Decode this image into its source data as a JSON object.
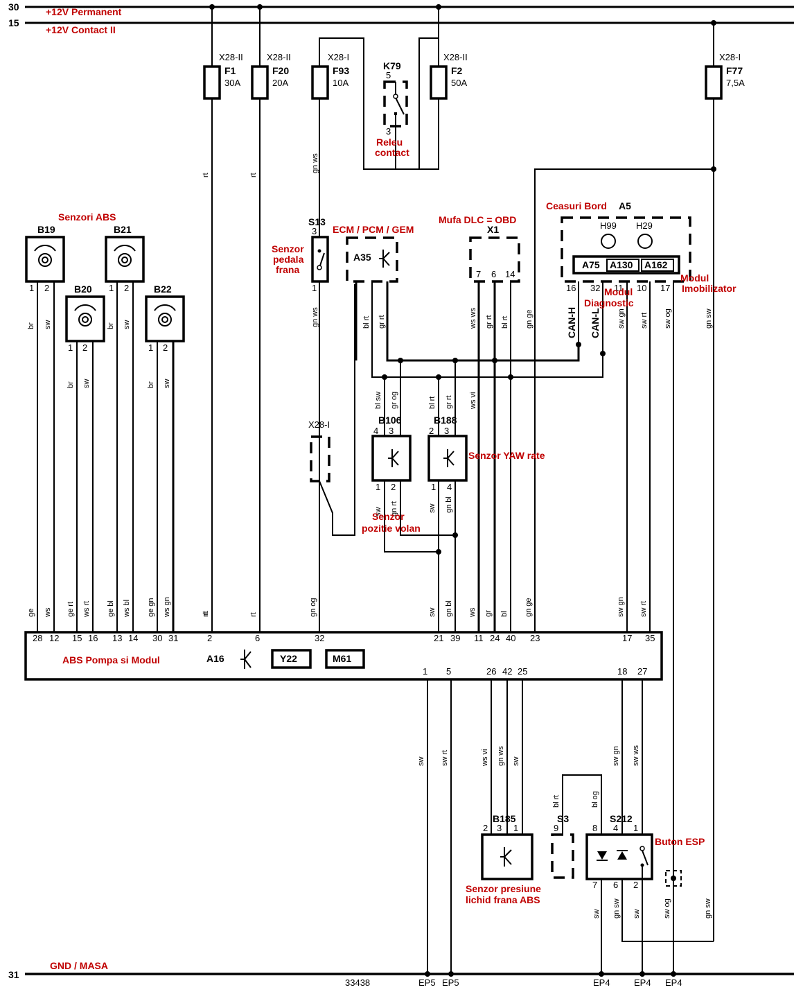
{
  "rails": {
    "r30": {
      "num": "30",
      "label": "+12V Permanent"
    },
    "r15": {
      "num": "15",
      "label": "+12V Contact II"
    },
    "r31": {
      "num": "31",
      "label": "GND / MASA"
    }
  },
  "fuses": [
    {
      "id": "F1",
      "rating": "30A",
      "conn": "X28-II"
    },
    {
      "id": "F20",
      "rating": "20A",
      "conn": "X28-II"
    },
    {
      "id": "F93",
      "rating": "10A",
      "conn": "X28-I"
    },
    {
      "id": "F2",
      "rating": "50A",
      "conn": "X28-II"
    },
    {
      "id": "F77",
      "rating": "7,5A",
      "conn": "X28-I"
    }
  ],
  "relay": {
    "id": "K79",
    "pin_top": "5",
    "pin_bottom": "3",
    "label1": "Releu",
    "label2": "contact"
  },
  "abs_sensors": {
    "title": "Senzori ABS",
    "items": [
      {
        "id": "B19",
        "p1": "1",
        "p2": "2",
        "w1": "br",
        "w2": "sw"
      },
      {
        "id": "B20",
        "p1": "1",
        "p2": "2",
        "w1": "br",
        "w2": "sw"
      },
      {
        "id": "B21",
        "p1": "1",
        "p2": "2",
        "w1": "br",
        "w2": "sw"
      },
      {
        "id": "B22",
        "p1": "1",
        "p2": "2",
        "w1": "br",
        "w2": "sw"
      }
    ]
  },
  "s13": {
    "id": "S13",
    "pin_top": "3",
    "pin_bottom": "1",
    "label1": "Senzor",
    "label2": "pedala",
    "label3": "frana",
    "wire": "gn ws",
    "conn": "X28-I"
  },
  "ecm": {
    "title": "ECM / PCM / GEM",
    "id": "A35",
    "wires": [
      "bl rt",
      "gr rt"
    ]
  },
  "dlc": {
    "title": "Mufa DLC = OBD",
    "id": "X1",
    "pins": [
      "7",
      "6",
      "14"
    ],
    "wires": [
      "ws ws",
      "gr rt",
      "bl rt"
    ]
  },
  "cluster": {
    "title": "Ceasuri Bord",
    "id": "A5",
    "lamps": [
      "H99",
      "H29"
    ],
    "modules": [
      "A75",
      "A130",
      "A162"
    ],
    "pins": [
      "16",
      "32",
      "11",
      "10",
      "17"
    ],
    "can_h": "CAN-H",
    "can_l": "CAN-L",
    "diag1": "Modul",
    "diag2": "Diagnostic",
    "immo1": "Modul",
    "immo2": "Imobilizator",
    "wires": [
      "sw gn",
      "sw rt",
      "sw og"
    ]
  },
  "misc_wires": {
    "gn_ge": "gn ge",
    "gn_sw": "gn sw",
    "rt": "rt",
    "ws_vi": "ws vi"
  },
  "b106": {
    "id": "B106",
    "pins_top": [
      "4",
      "3"
    ],
    "pins_bottom": [
      "1",
      "2"
    ],
    "wires_top": [
      "bl sw",
      "gr og"
    ],
    "wires_bottom": [
      "sw",
      "gn rt"
    ],
    "label1": "Senzor",
    "label2": "pozitie volan"
  },
  "b188": {
    "id": "B188",
    "pins_top": [
      "2",
      "3"
    ],
    "pins_bottom": [
      "1",
      "4"
    ],
    "wires_top": [
      "bl rt",
      "gr rt"
    ],
    "wires_bottom": [
      "sw",
      "gn bl"
    ],
    "label": "Senzor YAW rate"
  },
  "abs_module": {
    "title": "ABS Pompa si Modul",
    "id": "A16",
    "subs": [
      "Y22",
      "M61"
    ],
    "top_pins": [
      "28",
      "12",
      "15",
      "16",
      "13",
      "14",
      "30",
      "31",
      "2",
      "6",
      "32",
      "21",
      "39",
      "11",
      "24",
      "40",
      "23",
      "17",
      "35"
    ],
    "top_wires": [
      "ge",
      "ws",
      "ge rt",
      "ws rt",
      "ge bl",
      "ws bl",
      "ge gn",
      "ws gn",
      "rt",
      "rt",
      "gn og",
      "sw",
      "gn bl",
      "ws",
      "gr",
      "bl",
      "gn ge",
      "sw gn",
      "sw rt"
    ],
    "bottom_pins": [
      "1",
      "5",
      "26",
      "42",
      "25",
      "18",
      "27"
    ],
    "bottom_wires": [
      "sw",
      "sw rt",
      "ws vi",
      "gn ws",
      "sw",
      "sw gn",
      "sw ws"
    ]
  },
  "b185": {
    "id": "B185",
    "pins": [
      "2",
      "3",
      "1"
    ],
    "label1": "Senzor presiune",
    "label2": "lichid frana ABS"
  },
  "s3": {
    "id": "S3",
    "pin": "9",
    "wire": "bl rt"
  },
  "s212": {
    "id": "S212",
    "pins_top": [
      "8",
      "4",
      "1"
    ],
    "pins_bottom": [
      "7",
      "6",
      "2"
    ],
    "wire_top": "bl og",
    "wires_bottom": [
      "sw",
      "gn sw",
      "sw"
    ],
    "label": "Buton ESP"
  },
  "ground": {
    "code": "33438",
    "points": [
      "EP5",
      "EP5",
      "EP4",
      "EP4",
      "EP4"
    ],
    "wires": [
      "sw og",
      "gn sw"
    ]
  }
}
